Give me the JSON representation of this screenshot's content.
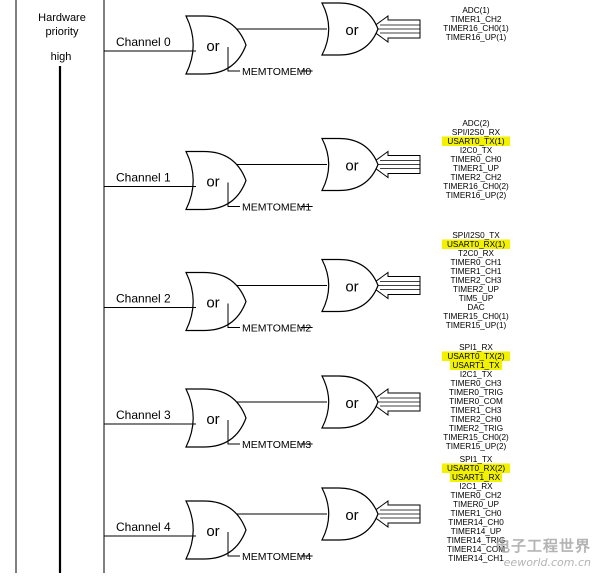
{
  "header": {
    "line1": "Hardware",
    "line2": "priority",
    "level": "high"
  },
  "gate_label": "or",
  "colors": {
    "line": "#000000",
    "highlight": "#f2f200"
  },
  "channels": [
    {
      "name": "Channel 0",
      "mem": "MEMTOMEM0",
      "requests": [
        {
          "text": "ADC(1)"
        },
        {
          "text": "TIMER1_CH2"
        },
        {
          "text": "TIMER16_CH0(1)"
        },
        {
          "text": "TIMER16_UP(1)"
        }
      ]
    },
    {
      "name": "Channel 1",
      "mem": "MEMTOMEM1",
      "requests": [
        {
          "text": "ADC(2)"
        },
        {
          "text": "SPI/I2S0_RX"
        },
        {
          "text": "USART0_TX(1)",
          "hl": true
        },
        {
          "text": "I2C0_TX"
        },
        {
          "text": "TIMER0_CH0"
        },
        {
          "text": "TIMER1_UP"
        },
        {
          "text": "TIMER2_CH2"
        },
        {
          "text": "TIMER16_CH0(2)"
        },
        {
          "text": "TIMER16_UP(2)"
        }
      ]
    },
    {
      "name": "Channel 2",
      "mem": "MEMTOMEM2",
      "requests": [
        {
          "text": "SPI/I2S0_TX"
        },
        {
          "text": "USART0_RX(1)",
          "hl": true
        },
        {
          "text": "T2C0_RX"
        },
        {
          "text": "TIMER0_CH1"
        },
        {
          "text": "TIMER1_CH1"
        },
        {
          "text": "TIMER2_CH3"
        },
        {
          "text": "TIMER2_UP"
        },
        {
          "text": "TIM5_UP"
        },
        {
          "text": "DAC"
        },
        {
          "text": "TIMER15_CH0(1)"
        },
        {
          "text": "TIMER15_UP(1)"
        }
      ]
    },
    {
      "name": "Channel 3",
      "mem": "MEMTOMEM3",
      "requests": [
        {
          "text": "SPI1_RX"
        },
        {
          "text": "USART0_TX(2)",
          "hl": true
        },
        {
          "text": "USART1_TX",
          "hl": true
        },
        {
          "text": "I2C1_TX"
        },
        {
          "text": "TIMER0_CH3"
        },
        {
          "text": "TIMER0_TRIG"
        },
        {
          "text": "TIMER0_COM"
        },
        {
          "text": "TIMER1_CH3"
        },
        {
          "text": "TIMER2_CH0"
        },
        {
          "text": "TIMER2_TRIG"
        },
        {
          "text": "TIMER15_CH0(2)"
        },
        {
          "text": "TIMER15_UP(2)"
        }
      ]
    },
    {
      "name": "Channel 4",
      "mem": "MEMTOMEM4",
      "requests": [
        {
          "text": "SPI1_TX"
        },
        {
          "text": "USART0_RX(2)",
          "hl": true
        },
        {
          "text": "USART1_RX",
          "hl": true
        },
        {
          "text": "I2C1_RX"
        },
        {
          "text": "TIMER0_CH2"
        },
        {
          "text": "TIMER0_UP"
        },
        {
          "text": "TIMER1_CH0"
        },
        {
          "text": "TIMER14_CH0"
        },
        {
          "text": "TIMER14_UP"
        },
        {
          "text": "TIMER14_TRIG"
        },
        {
          "text": "TIMER14_COM"
        },
        {
          "text": "TIMER14_CH1"
        }
      ]
    }
  ],
  "watermark": {
    "top": "电子工程世界",
    "bottom": "eeworld.com.cn"
  }
}
